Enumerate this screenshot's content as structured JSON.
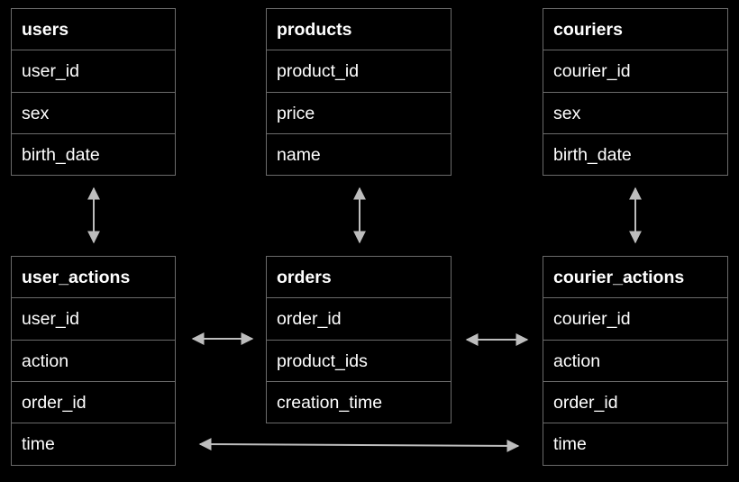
{
  "diagram": {
    "tables": {
      "users": {
        "title": "users",
        "fields": [
          "user_id",
          "sex",
          "birth_date"
        ]
      },
      "products": {
        "title": "products",
        "fields": [
          "product_id",
          "price",
          "name"
        ]
      },
      "couriers": {
        "title": "couriers",
        "fields": [
          "courier_id",
          "sex",
          "birth_date"
        ]
      },
      "user_actions": {
        "title": "user_actions",
        "fields": [
          "user_id",
          "action",
          "order_id",
          "time"
        ]
      },
      "orders": {
        "title": "orders",
        "fields": [
          "order_id",
          "product_ids",
          "creation_time"
        ]
      },
      "courier_actions": {
        "title": "courier_actions",
        "fields": [
          "courier_id",
          "action",
          "order_id",
          "time"
        ]
      }
    },
    "relations": [
      {
        "from": "users",
        "to": "user_actions"
      },
      {
        "from": "products",
        "to": "orders"
      },
      {
        "from": "couriers",
        "to": "courier_actions"
      },
      {
        "from": "user_actions",
        "to": "orders"
      },
      {
        "from": "orders",
        "to": "courier_actions"
      },
      {
        "from": "user_actions",
        "to": "courier_actions"
      }
    ],
    "colors": {
      "background": "#000000",
      "border": "#6b6b6b",
      "arrow": "#bdbdbd",
      "text": "#ffffff"
    }
  }
}
